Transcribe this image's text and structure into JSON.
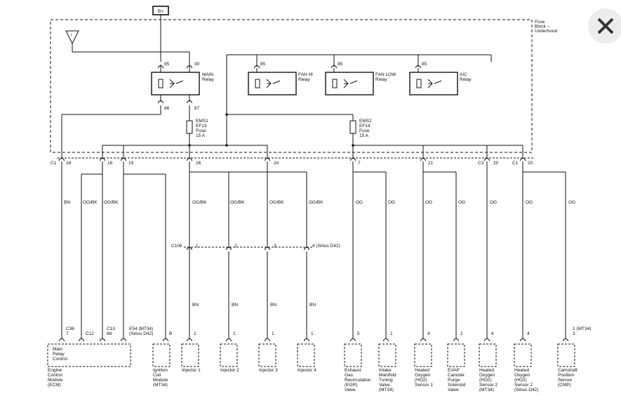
{
  "close_icon": "close-icon",
  "battery": "B+",
  "fuse_block": [
    "Fuse",
    "Block –",
    "Underhood"
  ],
  "relays": [
    {
      "id": "main",
      "name": [
        "MAIN",
        "Relay"
      ],
      "pins": {
        "in": "85",
        "coil_out": "86",
        "sw_in": "30",
        "sw_out": "87"
      }
    },
    {
      "id": "fan-hi",
      "name": [
        "FAN HI",
        "Relay"
      ],
      "pins": {
        "in": "85"
      }
    },
    {
      "id": "fan-low",
      "name": [
        "FAN LOW",
        "Relay"
      ],
      "pins": {
        "in": "85"
      }
    },
    {
      "id": "ac",
      "name": [
        "A/C",
        "Relay"
      ],
      "pins": {
        "in": "85"
      }
    }
  ],
  "fuses": [
    {
      "id": "ems1",
      "lines": [
        "EMS1",
        "EF13",
        "Fuse",
        "15 A"
      ]
    },
    {
      "id": "ems2",
      "lines": [
        "EMS2",
        "EF14",
        "Fuse",
        "15 A"
      ]
    }
  ],
  "c1_connector": {
    "left_label": "C1",
    "pins": [
      "28",
      "18",
      "19",
      "26",
      "24",
      "7",
      "21"
    ],
    "c3": "C3",
    "c3_pin": "20",
    "c1b": "C1",
    "c1b_pin": "20"
  },
  "wire_colors": {
    "w1": "BN",
    "w2": "OG/BK",
    "w3": "OG/BK",
    "w4": "OG/BK",
    "w5": "OG/BK",
    "w6": "OG/BK",
    "w7": "OG",
    "w8": "OG",
    "w9": "OG",
    "w10": "OG",
    "w11": "OG",
    "w12": "OG",
    "w13": "OG"
  },
  "c106": {
    "label": "C106",
    "pins": [
      "1",
      "2",
      "3",
      "4 (Sirius D42)"
    ]
  },
  "injector_wires": [
    "BN",
    "BN",
    "BN",
    "BN"
  ],
  "ecm_pins": {
    "c36": "C36",
    "c36_pin": "7",
    "c12": "C12",
    "c13": "C13",
    "c13_pin": "68",
    "e54": "E54 (MT34)",
    "e54b": "(Sirius D42)",
    "b": "B"
  },
  "ecm_box_label": [
    "Main",
    "Relay",
    "Control"
  ],
  "components": [
    {
      "id": "ecm",
      "pin": "",
      "lines": [
        "Engine",
        "Control",
        "Module",
        "(ECM)"
      ]
    },
    {
      "id": "ignition-coil",
      "pin": "",
      "lines": [
        "Ignition",
        "Coil",
        "Module",
        "(MT34)"
      ]
    },
    {
      "id": "injector-1",
      "pin": "1",
      "lines": [
        "Injector 1"
      ]
    },
    {
      "id": "injector-2",
      "pin": "1",
      "lines": [
        "Injector 2"
      ]
    },
    {
      "id": "injector-3",
      "pin": "1",
      "lines": [
        "Injector 3"
      ]
    },
    {
      "id": "injector-4",
      "pin": "1",
      "lines": [
        "Injector 4"
      ]
    },
    {
      "id": "egr",
      "pin": "5",
      "lines": [
        "Exhaust",
        "Gas",
        "Recirculation",
        "(EGR)",
        "Valve"
      ]
    },
    {
      "id": "intake-manifold",
      "pin": "1",
      "lines": [
        "Intake",
        "Manifold",
        "Tuning",
        "Valve",
        "(MT34)"
      ]
    },
    {
      "id": "ho2-1",
      "pin": "4",
      "lines": [
        "Heated",
        "Oxygen",
        "(HO2)",
        "Sensor 1"
      ]
    },
    {
      "id": "evap",
      "pin": "2",
      "lines": [
        "EVAP",
        "Canister",
        "Purge",
        "Solenoid",
        "Valve"
      ]
    },
    {
      "id": "ho2-2-mt34",
      "pin": "4",
      "lines": [
        "Heated",
        "Oxygen",
        "(HO2)",
        "Sensor 2",
        "(MT34)"
      ]
    },
    {
      "id": "ho2-2-sirius",
      "pin": "4",
      "lines": [
        "Heated",
        "Oxygen",
        "(HO2)",
        "Sensor 2",
        "(Sirius D42)"
      ]
    },
    {
      "id": "cmp",
      "pin": "",
      "lines": [
        "Camshaft",
        "Position",
        "Sensor",
        "(CMP)"
      ]
    }
  ],
  "cmp_pin_lines": [
    "1 (MT34)",
    "3"
  ]
}
